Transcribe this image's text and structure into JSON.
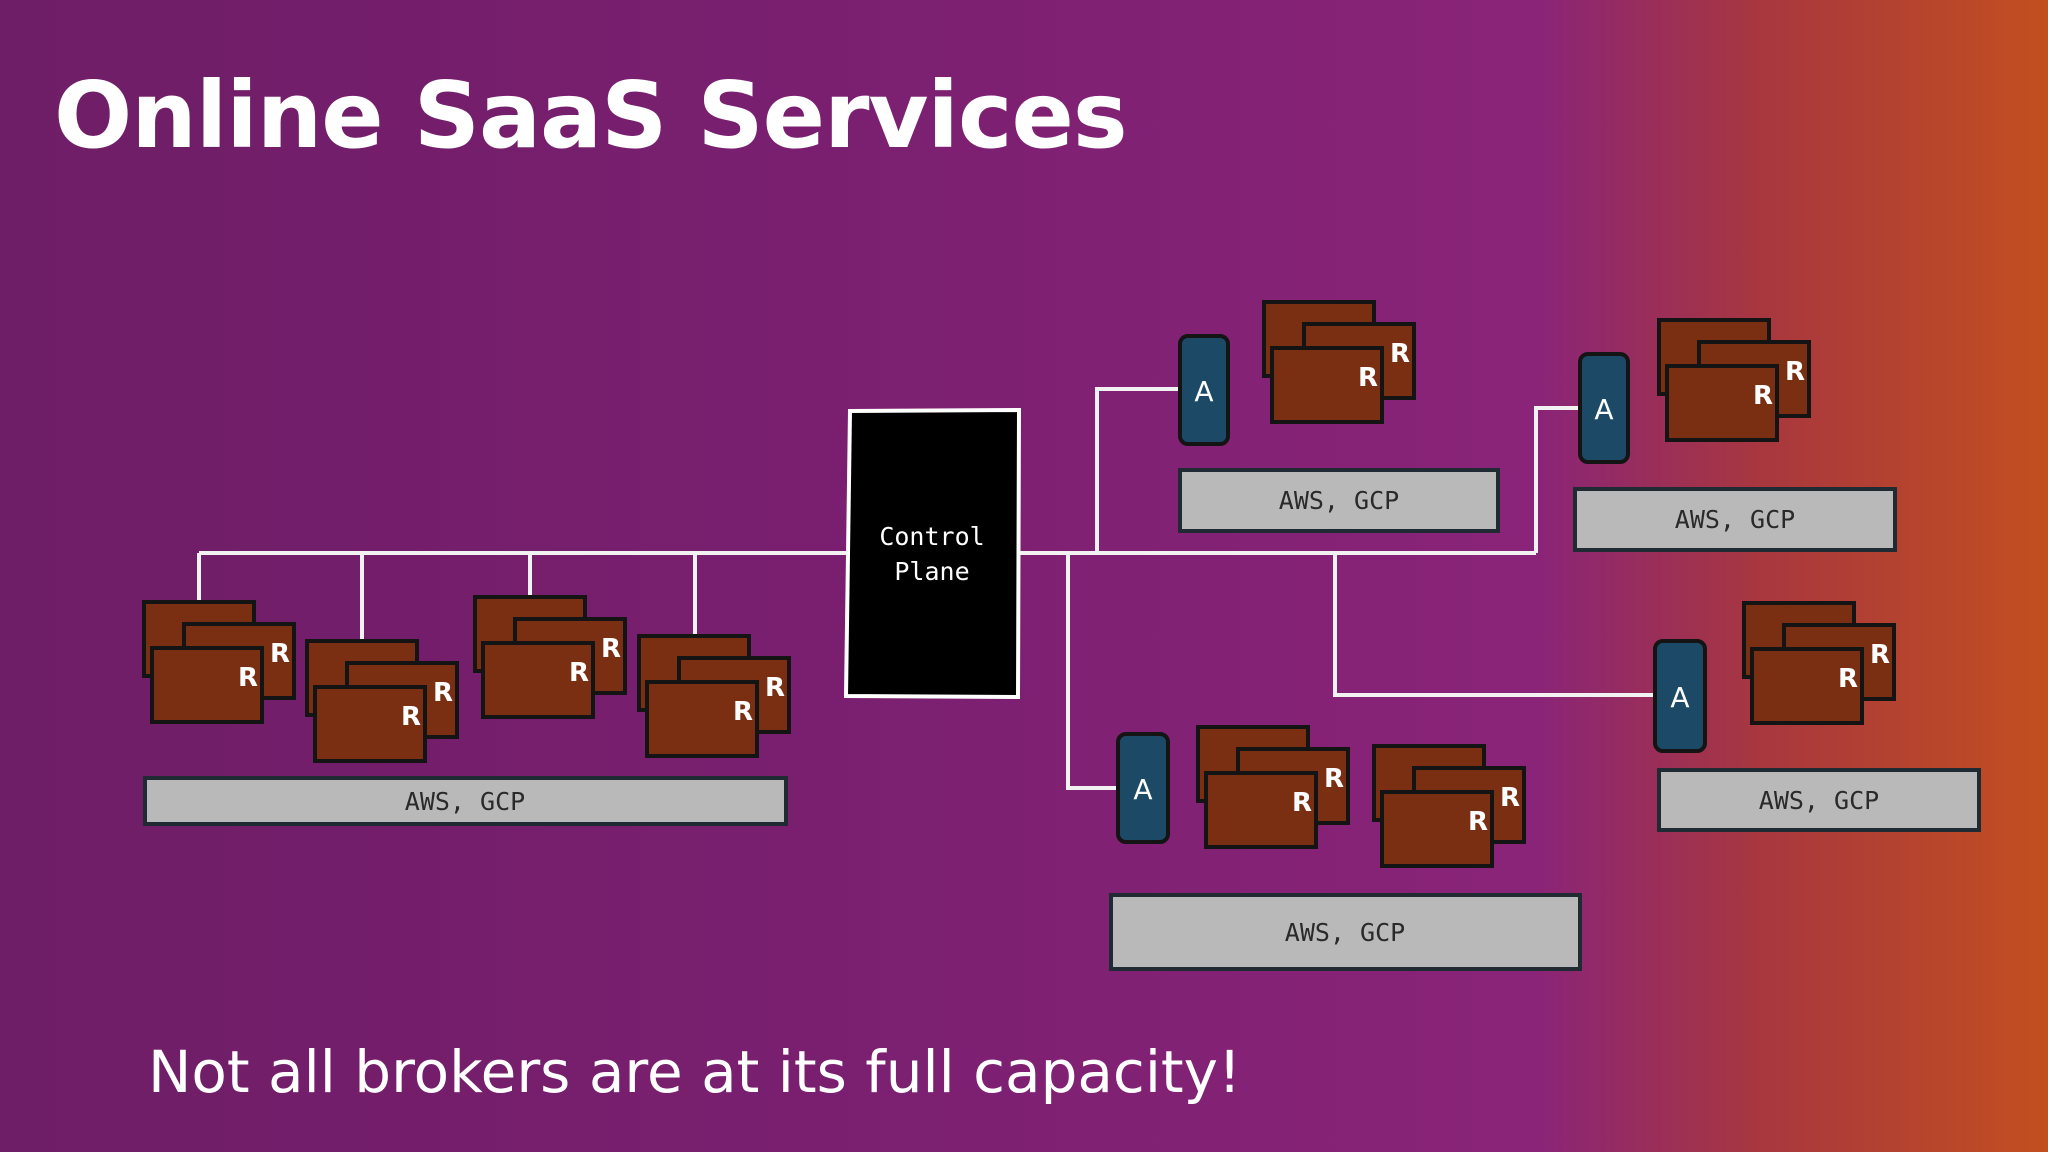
{
  "slide": {
    "title": "Online SaaS Services",
    "footer": "Not all brokers are at its full capacity!"
  },
  "control_plane": {
    "line1": "Control",
    "line2": "Plane"
  },
  "cloud_label": "AWS, GCP",
  "agent_label": "A",
  "broker_badge": "R",
  "colors": {
    "background_left": "#6e1e66",
    "background_right": "#c24f1f",
    "broker_fill": "#7b2f12",
    "agent_fill": "#1c4a66",
    "cloud_fill": "#b9b9b9",
    "control_plane_fill": "#000000",
    "connector": "#ffffff"
  },
  "icons": {
    "broker": "broker-card-stack-icon",
    "agent": "agent-pill-icon"
  }
}
